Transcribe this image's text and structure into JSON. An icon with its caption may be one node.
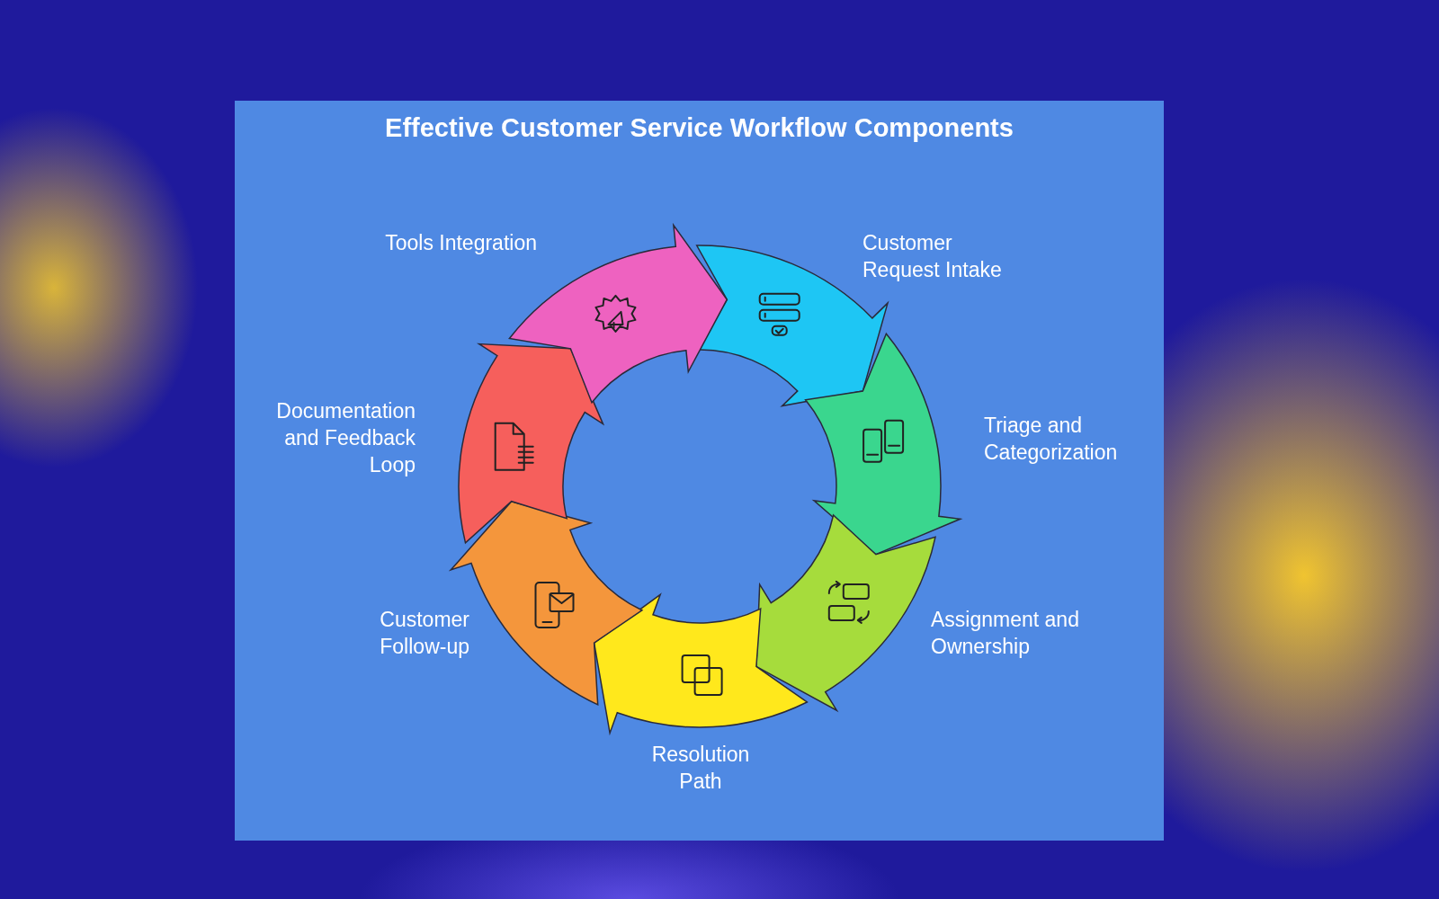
{
  "diagram": {
    "title": "Effective Customer Service Workflow Components",
    "nodes": [
      {
        "text": [
          "Customer Request Intake"
        ]
      },
      {
        "text": [
          "Triage and Categorization"
        ]
      },
      {
        "text": [
          "Assignment and Ownership"
        ]
      },
      {
        "text": [
          "Resolution Path"
        ]
      },
      {
        "text": [
          "Customer Follow-up"
        ]
      },
      {
        "text": [
          "Documentation and Feedback Loop"
        ]
      },
      {
        "text": [
          "Tools Integration"
        ]
      }
    ]
  }
}
